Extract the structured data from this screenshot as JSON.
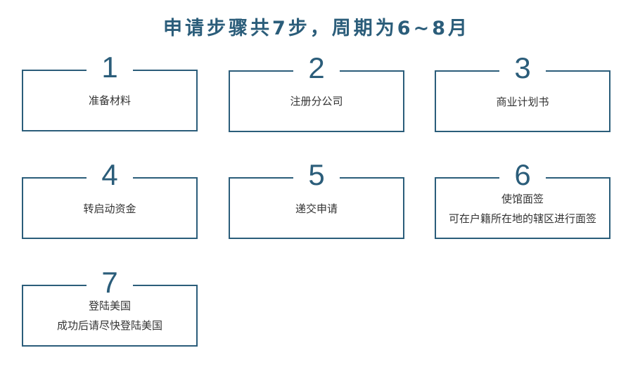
{
  "title": "申请步骤共7步，周期为6~8月",
  "accent_color": "#2b5d7a",
  "steps": [
    {
      "number": "1",
      "label": "准备材料",
      "note": ""
    },
    {
      "number": "2",
      "label": "注册分公司",
      "note": ""
    },
    {
      "number": "3",
      "label": "商业计划书",
      "note": ""
    },
    {
      "number": "4",
      "label": "转启动资金",
      "note": ""
    },
    {
      "number": "5",
      "label": "递交申请",
      "note": ""
    },
    {
      "number": "6",
      "label": "使馆面签",
      "note": "可在户籍所在地的辖区进行面签"
    },
    {
      "number": "7",
      "label": "登陆美国",
      "note": "成功后请尽快登陆美国"
    }
  ]
}
